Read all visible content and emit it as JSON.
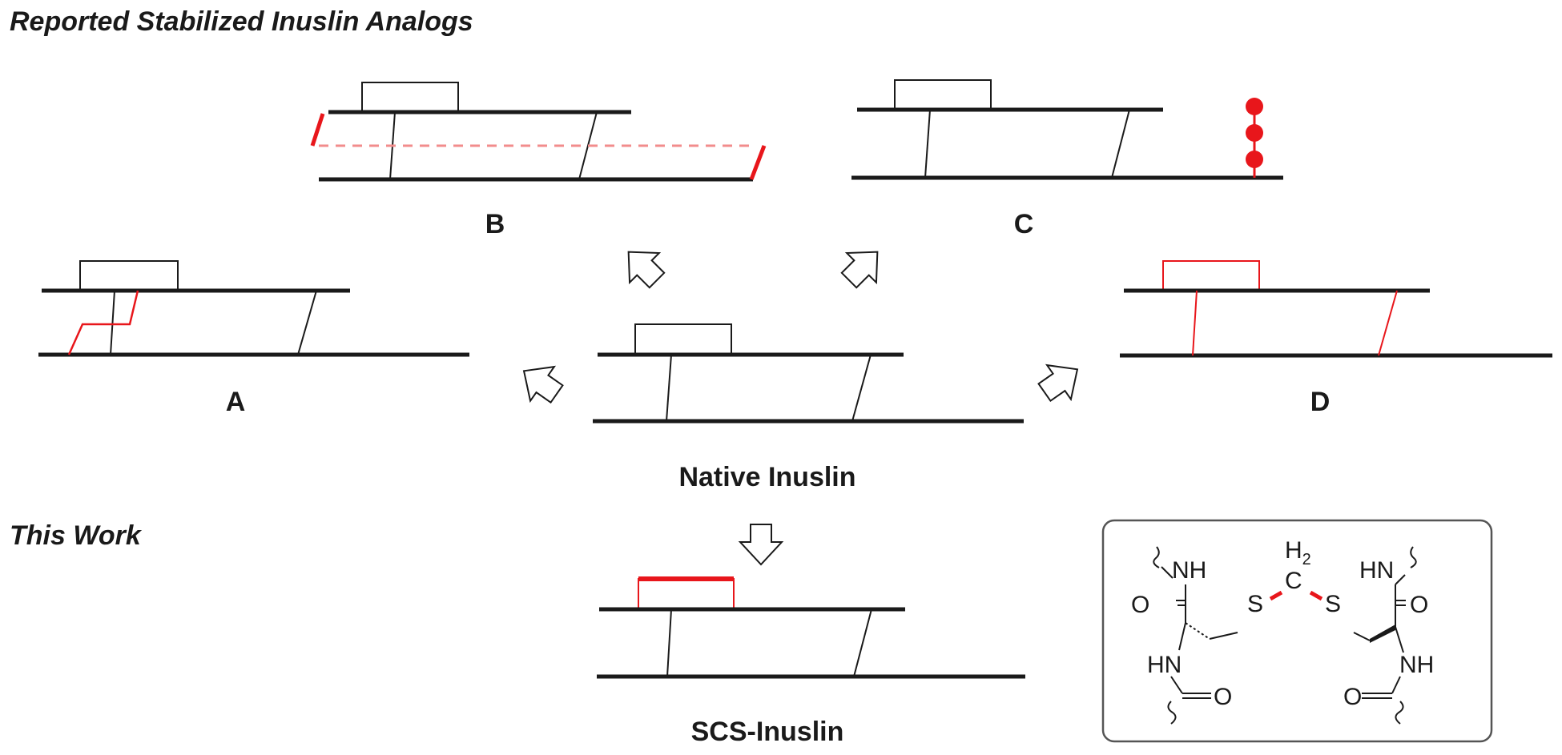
{
  "headings": {
    "reported": "Reported Stabilized Inuslin Analogs",
    "this_work": "This Work"
  },
  "labels": {
    "a": "A",
    "b": "B",
    "c": "C",
    "d": "D",
    "native": "Native Inuslin",
    "scs": "SCS-Inuslin"
  },
  "chem_box": {
    "atoms": {
      "nh_top_left": "NH",
      "o_left": "O",
      "s_left": "S",
      "c_center": "C",
      "h2": "H",
      "h2_sub": "2",
      "s_right": "S",
      "hn_top_right": "HN",
      "o_right": "O",
      "hn_bottom_left": "HN",
      "o_bottom_left": "O",
      "nh_bottom_right": "NH",
      "o_bottom_right": "O"
    }
  },
  "colors": {
    "ink": "#1a1a1a",
    "highlight": "#e8161b",
    "highlight_light": "#f28c8c",
    "box_border": "#555555"
  }
}
